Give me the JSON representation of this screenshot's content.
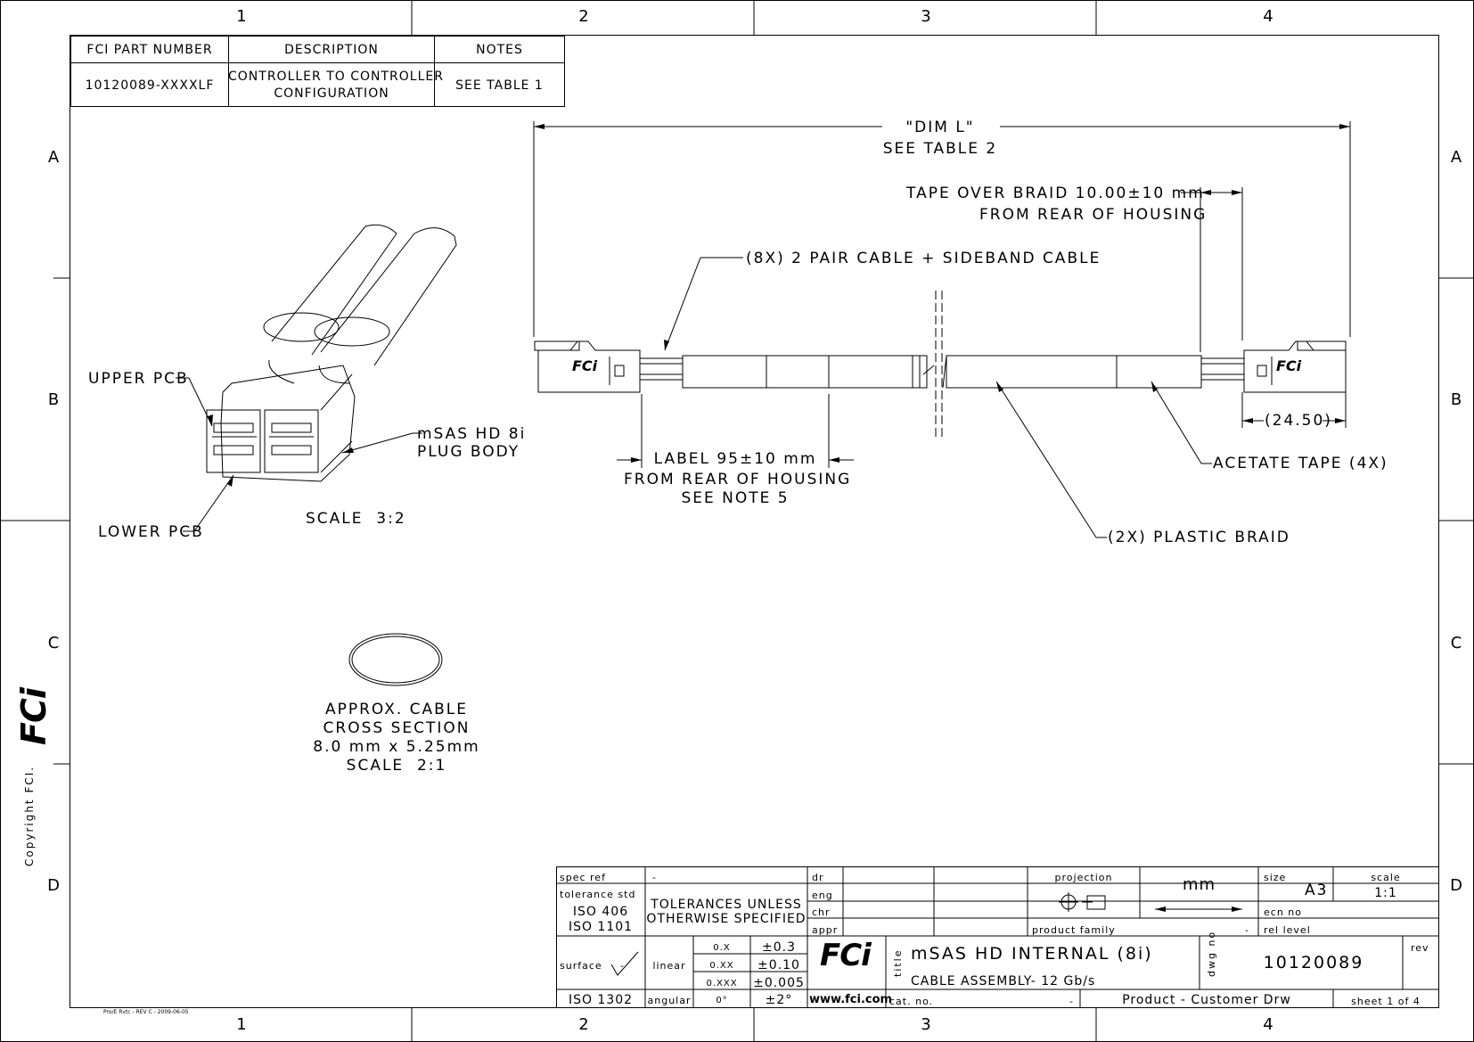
{
  "grid": {
    "columns": [
      "1",
      "2",
      "3",
      "4"
    ],
    "rows": [
      "A",
      "B",
      "C",
      "D"
    ]
  },
  "part_table": {
    "headers": [
      "FCI PART NUMBER",
      "DESCRIPTION",
      "NOTES"
    ],
    "part_number": "10120089-XXXXLF",
    "description_line1": "CONTROLLER TO CONTROLLER",
    "description_line2": "CONFIGURATION",
    "notes": "SEE TABLE 1"
  },
  "callouts": {
    "dim_l": "\"DIM L\"",
    "see_table_2": "SEE TABLE 2",
    "tape_over_braid": "TAPE OVER BRAID 10.00±10 mm",
    "from_rear_housing": "FROM REAR OF HOUSING",
    "pair_cable": "(8X) 2 PAIR CABLE + SIDEBAND CABLE",
    "upper_pcb": "UPPER PCB",
    "lower_pcb": "LOWER PCB",
    "plug_body_line1": "mSAS HD 8i",
    "plug_body_line2": "PLUG BODY",
    "scale_3_2": "SCALE  3:2",
    "label_line1": "LABEL 95±10 mm",
    "label_line2": "FROM REAR OF HOUSING",
    "label_line3": "SEE NOTE 5",
    "dim_24_50": "(24.50)",
    "acetate_tape": "ACETATE TAPE (4X)",
    "plastic_braid": "(2X) PLASTIC BRAID",
    "cross_line1": "APPROX. CABLE",
    "cross_line2": "CROSS SECTION",
    "cross_line3": "8.0 mm x 5.25mm",
    "cross_line4": "SCALE  2:1",
    "connector_logo": "FCi"
  },
  "side": {
    "copyright": "Copyright FCI.",
    "logo": "FCi",
    "footer_note": "Pro/E Rvtc - REV C - 2009-06-05"
  },
  "title_block": {
    "spec_ref_label": "spec ref",
    "spec_ref_value": "-",
    "tolerance_std_label": "tolerance std",
    "iso_406": "ISO 406",
    "iso_1101": "ISO 1101",
    "tol_line1": "TOLERANCES UNLESS",
    "tol_line2": "OTHERWISE SPECIFIED",
    "dr": "dr",
    "eng": "eng",
    "chr": "chr",
    "appr": "appr",
    "projection": "projection",
    "units": "mm",
    "size_label": "size",
    "size_value": "A3",
    "scale_label": "scale",
    "scale_value": "1:1",
    "ecn_no": "ecn no",
    "product_family": "product family",
    "product_family_value": "-",
    "rel_level": "rel level",
    "surface": "surface",
    "surface_value": "-",
    "iso_1302": "ISO 1302",
    "linear": "linear",
    "angular": "angular",
    "tol_x": "0.X",
    "tol_xx": "0.XX",
    "tol_xxx": "0.XXX",
    "tol_deg": "0°",
    "val_x": "±0.3",
    "val_xx": "±0.10",
    "val_xxx": "±0.005",
    "val_deg": "±2°",
    "logo": "FCi",
    "website": "www.fci.com",
    "title_label": "title",
    "title_line1": "mSAS HD INTERNAL (8i)",
    "title_line2": "CABLE ASSEMBLY- 12 Gb/s",
    "cat_no": "cat. no.",
    "cat_no_value": "-",
    "dwg_label": "dwg no",
    "dwg_no": "10120089",
    "rev": "rev",
    "product_customer": "Product - Customer Drw",
    "sheet": "sheet 1 of 4"
  }
}
